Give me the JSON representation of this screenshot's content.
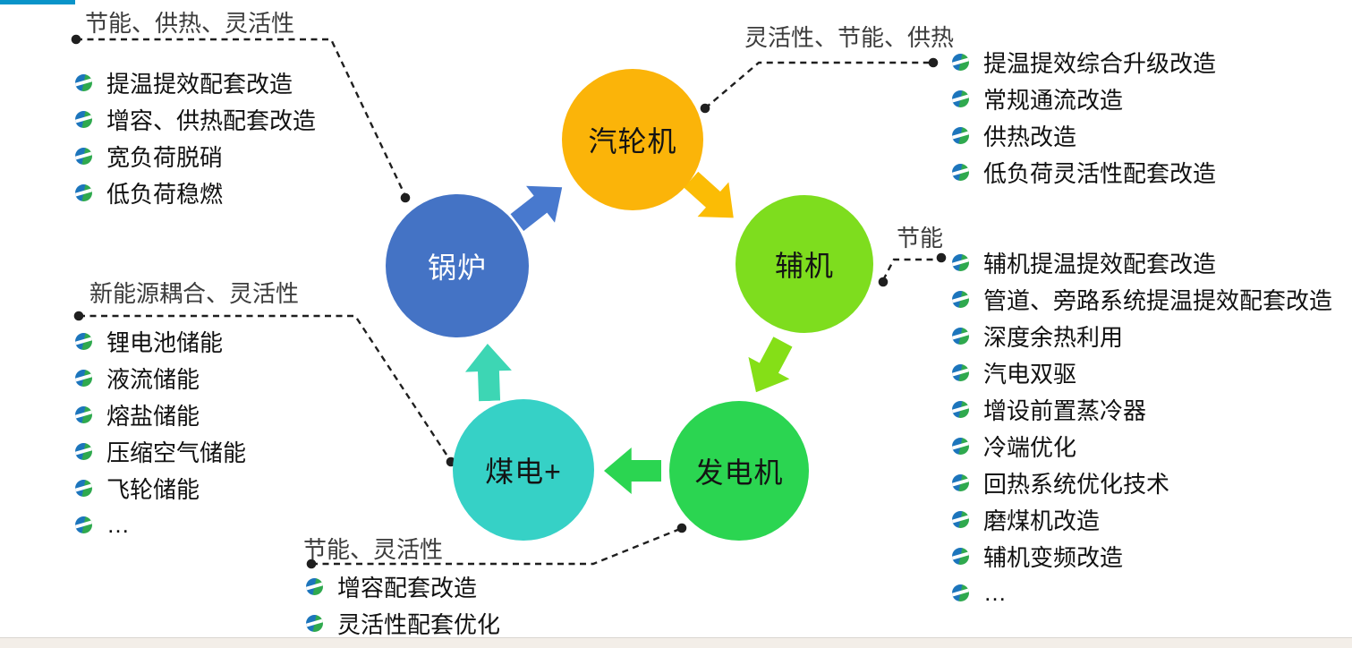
{
  "page": {
    "accent_bar_color": "#0994C9",
    "footer_strip_color": "#F3EEE8",
    "connector_color": "#1F1F1F"
  },
  "nodes": [
    {
      "id": "turbine",
      "label": "汽轮机",
      "color": "#FBB409"
    },
    {
      "id": "aux",
      "label": "辅机",
      "color": "#7EDD1E"
    },
    {
      "id": "generator",
      "label": "发电机",
      "color": "#2BD551"
    },
    {
      "id": "coal-plus",
      "label": "煤电+",
      "color": "#36D1C6"
    },
    {
      "id": "boiler",
      "label": "锅炉",
      "color": "#4473C5"
    }
  ],
  "arrows": [
    {
      "id": "boiler-to-turbine",
      "color": "#4879CE"
    },
    {
      "id": "turbine-to-aux",
      "color": "#FBBC05"
    },
    {
      "id": "aux-to-generator",
      "color": "#85DF17"
    },
    {
      "id": "generator-to-coal",
      "color": "#2BD551"
    },
    {
      "id": "coal-to-boiler",
      "color": "#3DD6B4"
    }
  ],
  "groups": [
    {
      "id": "boiler",
      "title": "节能、供热、灵活性",
      "items": [
        "提温提效配套改造",
        "增容、供热配套改造",
        "宽负荷脱硝",
        "低负荷稳燃"
      ]
    },
    {
      "id": "turbine",
      "title": "灵活性、节能、供热",
      "items": [
        "提温提效综合升级改造",
        "常规通流改造",
        "供热改造",
        "低负荷灵活性配套改造"
      ]
    },
    {
      "id": "aux",
      "title": "节能",
      "items": [
        "辅机提温提效配套改造",
        "管道、旁路系统提温提效配套改造",
        "深度余热利用",
        "汽电双驱",
        "增设前置蒸冷器",
        "冷端优化",
        "回热系统优化技术",
        "磨煤机改造",
        "辅机变频改造",
        "…"
      ]
    },
    {
      "id": "coal-plus",
      "title": "新能源耦合、灵活性",
      "items": [
        "锂电池储能",
        "液流储能",
        "熔盐储能",
        "压缩空气储能",
        "飞轮储能",
        "…"
      ]
    },
    {
      "id": "generator",
      "title": "节能、灵活性",
      "items": [
        "增容配套改造",
        "灵活性配套优化"
      ]
    }
  ]
}
